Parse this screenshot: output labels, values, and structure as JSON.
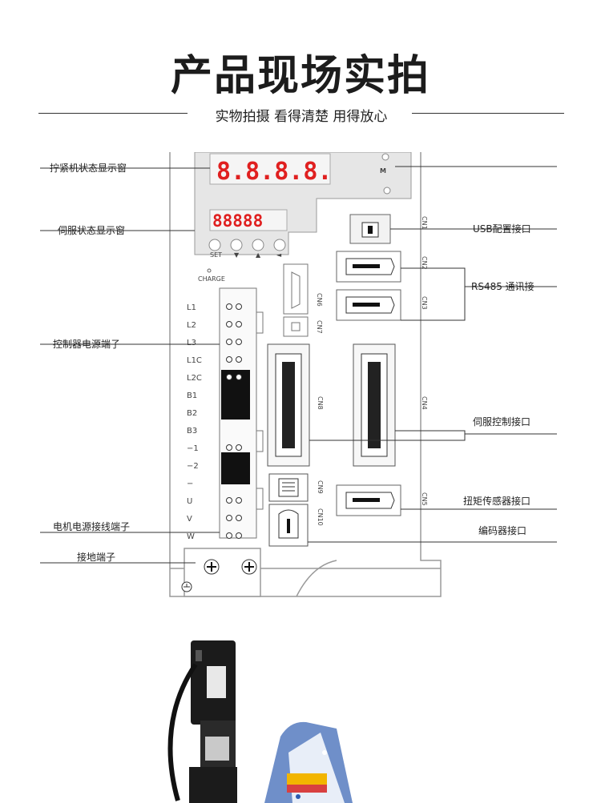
{
  "header": {
    "title": "产品现场实拍",
    "subtitle": "实物拍摄 看得清楚 用得放心"
  },
  "diagram": {
    "labels_left": {
      "top_display": "拧紧机状态显示窗",
      "servo_display": "伺服状态显示窗",
      "controller_power": "控制器电源端子",
      "motor_power": "电机电源接线端子",
      "ground": "接地端子"
    },
    "labels_right": {
      "usb": "USB配置接口",
      "rs485": "RS485 通讯接",
      "servo_control": "伺服控制接口",
      "torque_sensor": "扭矩传感器接口",
      "encoder": "编码器接口"
    },
    "displays": {
      "top_digits": "8.8.8.8.",
      "servo_digits": "88888"
    },
    "button_labels": [
      "SET",
      "▼",
      "▲",
      "◄"
    ],
    "charge_label": "CHARGE",
    "m_label": "M",
    "terminals": [
      "L1",
      "L2",
      "L3",
      "L1C",
      "L2C",
      "B1",
      "B2",
      "B3",
      "−1",
      "−2",
      "−",
      "U",
      "V",
      "W"
    ],
    "connectors": {
      "cn1": "CN1",
      "cn2": "CN2",
      "cn3": "CN3",
      "cn4": "CN4",
      "cn5": "CN5",
      "cn6": "CN6",
      "cn7": "CN7",
      "cn8": "CN8",
      "cn9": "CN9",
      "cn10": "CN10"
    }
  },
  "colors": {
    "panel_line": "#9a9a9a",
    "display_red": "#e02020",
    "dark_block": "#111111",
    "callout_line": "#333333"
  }
}
